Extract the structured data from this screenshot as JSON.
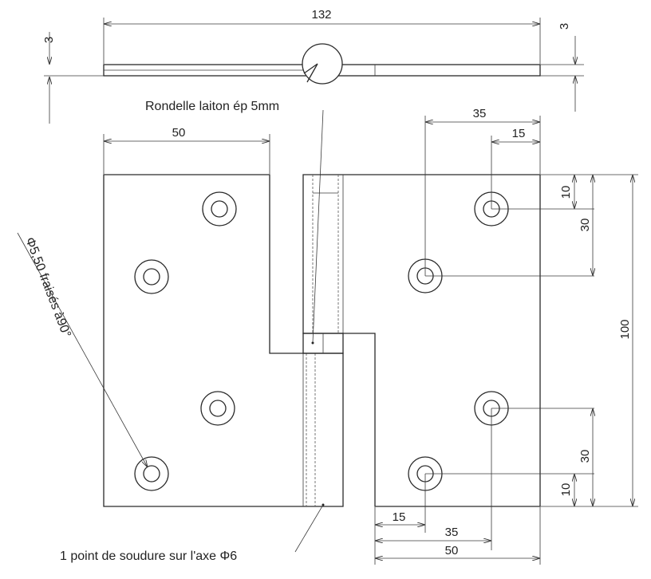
{
  "dimensions": {
    "top_width": "132",
    "top_thickness_left": "3",
    "top_thickness_right": "3",
    "left_leaf_width": "50",
    "right_outer_35": "35",
    "right_inner_15": "15",
    "right_top_10": "10",
    "right_top_30": "30",
    "right_height_100": "100",
    "right_bottom_30": "30",
    "right_bottom_10": "10",
    "bottom_15": "15",
    "bottom_35": "35",
    "bottom_50": "50"
  },
  "notes": {
    "washer": "Rondelle laiton ép 5mm",
    "holes": "Φ5,50 fraisés à90°",
    "weld": "1 point de soudure sur l'axe Φ6"
  }
}
